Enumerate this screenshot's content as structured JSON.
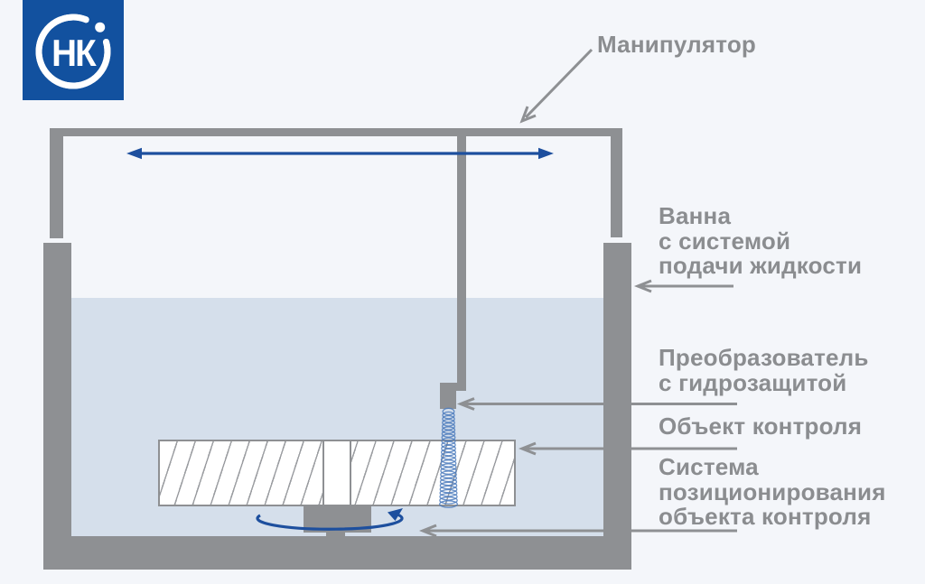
{
  "logo": {
    "text": "НК"
  },
  "labels": {
    "manipulator": "Манипулятор",
    "bath": "Ванна\nс системой\nподачи жидкости",
    "transducer": "Преобразователь\nс гидрозащитой",
    "test_object": "Объект контроля",
    "positioner": "Система\nпозиционирования\nобъекта контроля"
  },
  "colors": {
    "background": "#f4f6fa",
    "water_blue": "#d5dfeb",
    "structure_gray": "#8e9093",
    "label_gray": "#8b8d90",
    "accent_blue": "#1d4f9e",
    "wave_blue": "#4d7cbd",
    "logo_blue": "#12519f",
    "hatch_gray": "#9b9da1"
  }
}
